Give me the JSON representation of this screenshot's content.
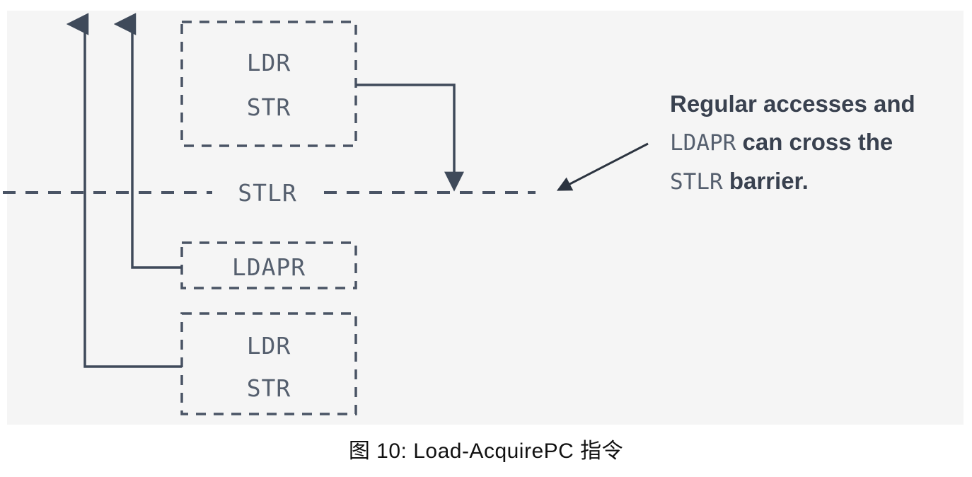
{
  "figure": {
    "caption": "图 10: Load-AcquirePC 指令",
    "background_color": "#f5f5f5",
    "page_background": "#ffffff",
    "line_color": "#3f4a5a",
    "mono_text_color": "#555f6e",
    "annotation_text_color": "#39414f"
  },
  "boxes": [
    {
      "id": "top-ldr-str",
      "lines": [
        "LDR",
        "STR"
      ]
    },
    {
      "id": "ldapr",
      "lines": [
        "LDAPR"
      ]
    },
    {
      "id": "bottom-ldr-str",
      "lines": [
        "LDR",
        "STR"
      ]
    }
  ],
  "barrier": {
    "label": "STLR",
    "style": "dashed"
  },
  "annotation": {
    "lines": [
      {
        "id": "line1",
        "parts": [
          {
            "text": "Regular accesses and",
            "mono": false
          }
        ]
      },
      {
        "id": "line2",
        "parts": [
          {
            "text": "LDAPR",
            "mono": true
          },
          {
            "text": " can cross the",
            "mono": false
          }
        ]
      },
      {
        "id": "line3",
        "parts": [
          {
            "text": "STLR",
            "mono": true
          },
          {
            "text": " barrier.",
            "mono": false
          }
        ]
      }
    ],
    "full_text": "Regular accesses and LDAPR can cross the STLR barrier."
  },
  "arrows": [
    {
      "id": "left-up-arrow",
      "direction": "up",
      "from_label": "bottom-ldr-str",
      "crosses_barrier": true
    },
    {
      "id": "second-up-arrow",
      "direction": "up",
      "from_label": "ldapr",
      "crosses_barrier": true
    },
    {
      "id": "down-arrow",
      "direction": "down",
      "from_label": "top-ldr-str",
      "crosses_barrier": true
    },
    {
      "id": "annotation-pointer",
      "direction": "down-left",
      "points_to": "barrier"
    }
  ]
}
